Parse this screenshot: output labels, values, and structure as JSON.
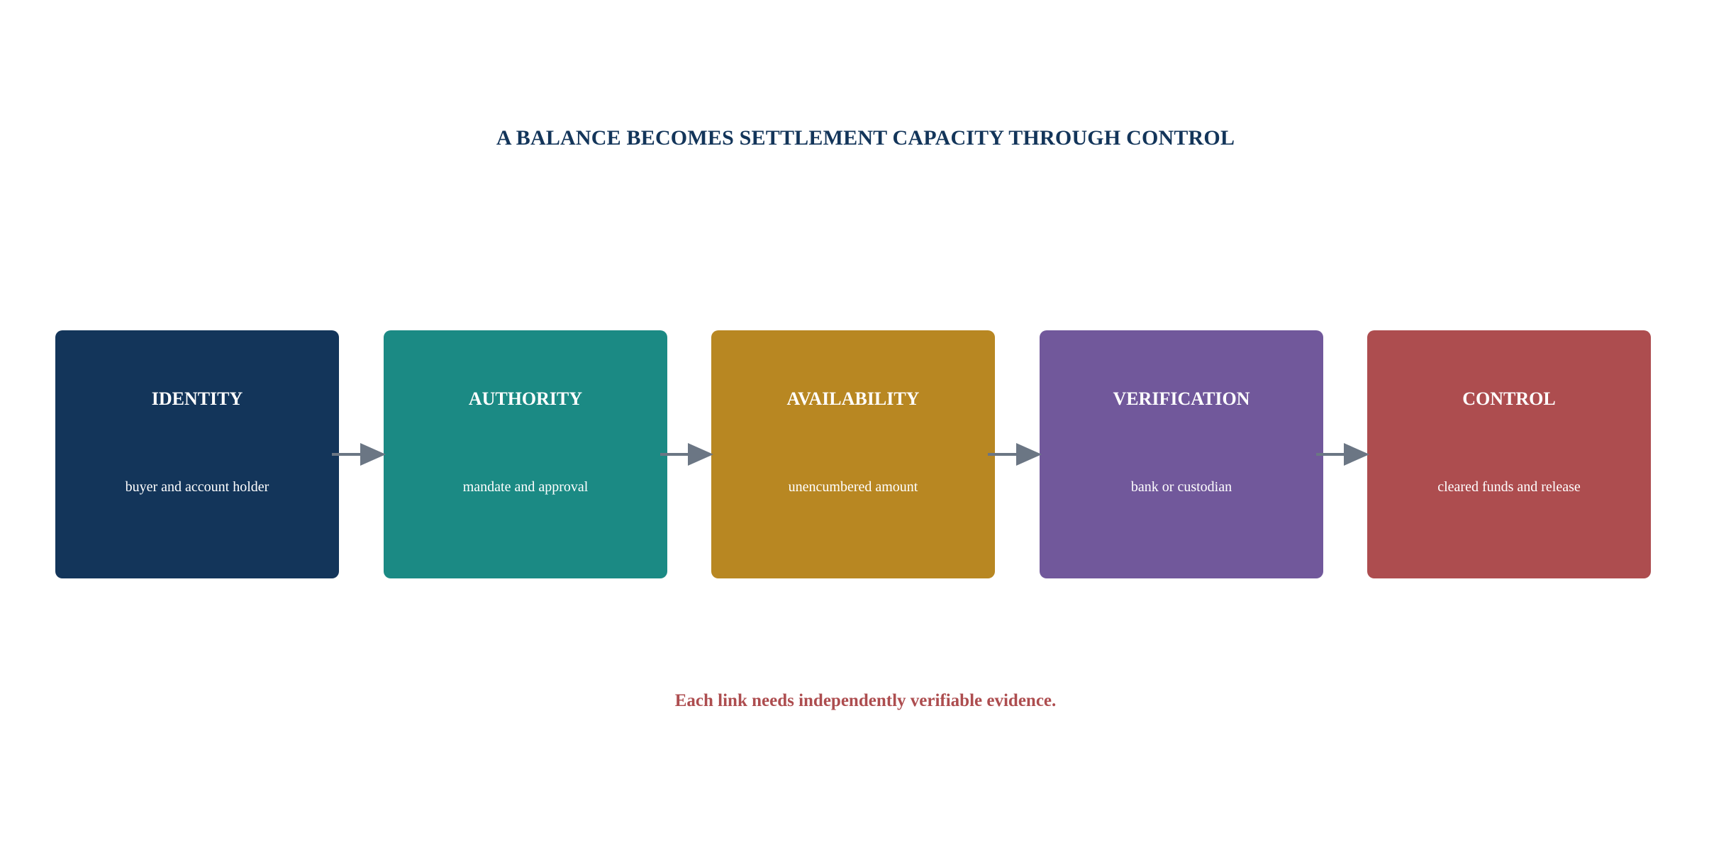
{
  "title": "A BALANCE BECOMES SETTLEMENT CAPACITY THROUGH CONTROL",
  "steps": [
    {
      "title": "IDENTITY",
      "subtitle": "buyer and account holder",
      "color": "#13355a"
    },
    {
      "title": "AUTHORITY",
      "subtitle": "mandate and approval",
      "color": "#1b8a84"
    },
    {
      "title": "AVAILABILITY",
      "subtitle": "unencumbered amount",
      "color": "#b88722"
    },
    {
      "title": "VERIFICATION",
      "subtitle": "bank or custodian",
      "color": "#71589b"
    },
    {
      "title": "CONTROL",
      "subtitle": "cleared funds and release",
      "color": "#ad4d4f"
    }
  ],
  "footer": "Each link needs independently verifiable evidence.",
  "arrow_color": "#6b7684"
}
